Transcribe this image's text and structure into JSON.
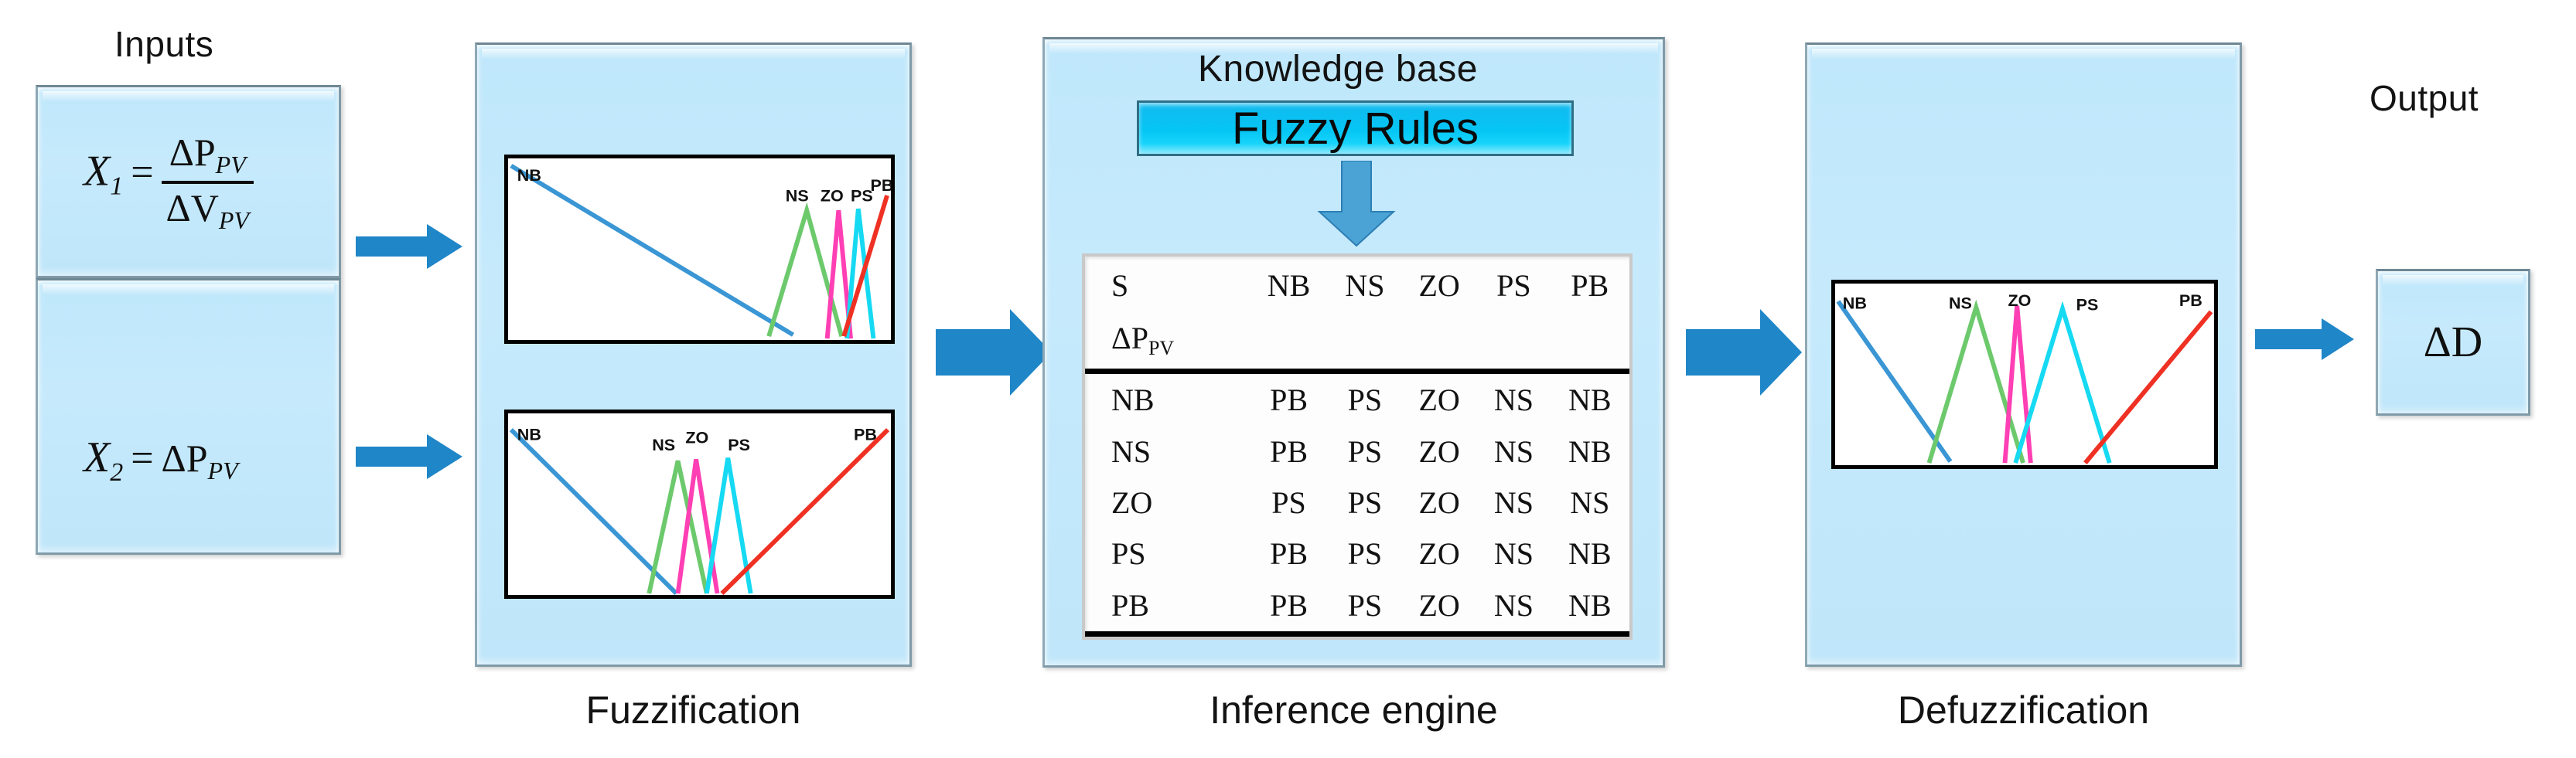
{
  "title": "Fuzzy logic MPPT controller block diagram",
  "sections": {
    "inputs_label": "Inputs",
    "output_label": "Output",
    "fuzzification_label": "Fuzzification",
    "inference_label": "Inference engine",
    "defuzzification_label": "Defuzzification"
  },
  "inputs": {
    "eq1": {
      "var": "X",
      "sub": "1",
      "op": "=",
      "numerator": "ΔP",
      "numerator_sub": "PV",
      "denominator": "ΔV",
      "denominator_sub": "PV"
    },
    "eq2": {
      "var": "X",
      "sub": "2",
      "op": "=",
      "value": "ΔP",
      "value_sub": "PV"
    }
  },
  "knowledge_base": {
    "title": "Knowledge base",
    "button_label": "Fuzzy Rules"
  },
  "rule_table": {
    "corner_top": "S",
    "corner_bottom": "ΔP",
    "corner_bottom_sub": "PV",
    "columns": [
      "NB",
      "NS",
      "ZO",
      "PS",
      "PB"
    ],
    "rows": [
      {
        "label": "NB",
        "cells": [
          "PB",
          "PS",
          "ZO",
          "NS",
          "NB"
        ]
      },
      {
        "label": "NS",
        "cells": [
          "PB",
          "PS",
          "ZO",
          "NS",
          "NB"
        ]
      },
      {
        "label": "ZO",
        "cells": [
          "PS",
          "PS",
          "ZO",
          "NS",
          "NS"
        ]
      },
      {
        "label": "PS",
        "cells": [
          "PB",
          "PS",
          "ZO",
          "NS",
          "NB"
        ]
      },
      {
        "label": "PB",
        "cells": [
          "PB",
          "PS",
          "ZO",
          "NS",
          "NB"
        ]
      }
    ]
  },
  "output": {
    "value": "ΔD"
  },
  "colors": {
    "panel_fill": "#c6eafc",
    "panel_border": "#7f9aa8",
    "arrow_blue": "#1f86c8",
    "fuzzy_rules_cyan": "#05c6f4",
    "mf_nb": "#3a96d4",
    "mf_ns": "#6cc96c",
    "mf_zo": "#ff3fb4",
    "mf_ps": "#16d9f2",
    "mf_pb": "#ef3124"
  },
  "chart_data": [
    {
      "id": "fuzzification-chart-x1",
      "type": "line",
      "title": "",
      "xlabel": "",
      "ylabel": "",
      "xlim": [
        0,
        100
      ],
      "ylim": [
        0,
        1
      ],
      "grid": false,
      "legend": "inline-annotations",
      "series": [
        {
          "name": "NB",
          "color": "#3a96d4",
          "x": [
            0,
            74
          ],
          "values": [
            1.0,
            0.0
          ]
        },
        {
          "name": "NS",
          "color": "#6cc96c",
          "x": [
            68,
            78,
            86
          ],
          "values": [
            0.0,
            0.92,
            0.0
          ]
        },
        {
          "name": "ZO",
          "color": "#ff3fb4",
          "x": [
            83,
            86,
            89
          ],
          "values": [
            0.0,
            0.92,
            0.0
          ]
        },
        {
          "name": "PS",
          "color": "#16d9f2",
          "x": [
            88,
            91,
            95
          ],
          "values": [
            0.0,
            0.92,
            0.0
          ]
        },
        {
          "name": "PB",
          "color": "#ef3124",
          "x": [
            87,
            100
          ],
          "values": [
            0.0,
            1.0
          ]
        }
      ],
      "annotations": [
        "NB",
        "NS",
        "ZO",
        "PS",
        "PB"
      ]
    },
    {
      "id": "fuzzification-chart-x2",
      "type": "line",
      "title": "",
      "xlabel": "",
      "ylabel": "",
      "xlim": [
        0,
        100
      ],
      "ylim": [
        0,
        1
      ],
      "grid": false,
      "legend": "inline-annotations",
      "series": [
        {
          "name": "NB",
          "color": "#3a96d4",
          "x": [
            0,
            43
          ],
          "values": [
            1.0,
            0.0
          ]
        },
        {
          "name": "NS",
          "color": "#6cc96c",
          "x": [
            36,
            44,
            52
          ],
          "values": [
            0.0,
            0.95,
            0.0
          ]
        },
        {
          "name": "ZO",
          "color": "#ff3fb4",
          "x": [
            44,
            49,
            55
          ],
          "values": [
            0.0,
            0.95,
            0.0
          ]
        },
        {
          "name": "PS",
          "color": "#16d9f2",
          "x": [
            52,
            57,
            63
          ],
          "values": [
            0.0,
            0.95,
            0.0
          ]
        },
        {
          "name": "PB",
          "color": "#ef3124",
          "x": [
            56,
            100
          ],
          "values": [
            0.0,
            1.0
          ]
        }
      ],
      "annotations": [
        "NB",
        "NS",
        "ZO",
        "PS",
        "PB"
      ]
    },
    {
      "id": "defuzzification-chart",
      "type": "line",
      "title": "",
      "xlabel": "",
      "ylabel": "",
      "xlim": [
        0,
        100
      ],
      "ylim": [
        0,
        1
      ],
      "grid": false,
      "legend": "inline-annotations",
      "series": [
        {
          "name": "NB",
          "color": "#3a96d4",
          "x": [
            0,
            30
          ],
          "values": [
            1.0,
            0.0
          ]
        },
        {
          "name": "NS",
          "color": "#6cc96c",
          "x": [
            26,
            38,
            52
          ],
          "values": [
            0.0,
            1.0,
            0.0
          ]
        },
        {
          "name": "ZO",
          "color": "#ff3fb4",
          "x": [
            48,
            51,
            56
          ],
          "values": [
            0.0,
            1.0,
            0.0
          ]
        },
        {
          "name": "PS",
          "color": "#16d9f2",
          "x": [
            51,
            63,
            77
          ],
          "values": [
            0.0,
            1.0,
            0.0
          ]
        },
        {
          "name": "PB",
          "color": "#ef3124",
          "x": [
            71,
            100
          ],
          "values": [
            0.0,
            1.0
          ]
        }
      ],
      "annotations": [
        "NB",
        "NS",
        "ZO",
        "PS",
        "PB"
      ]
    }
  ]
}
